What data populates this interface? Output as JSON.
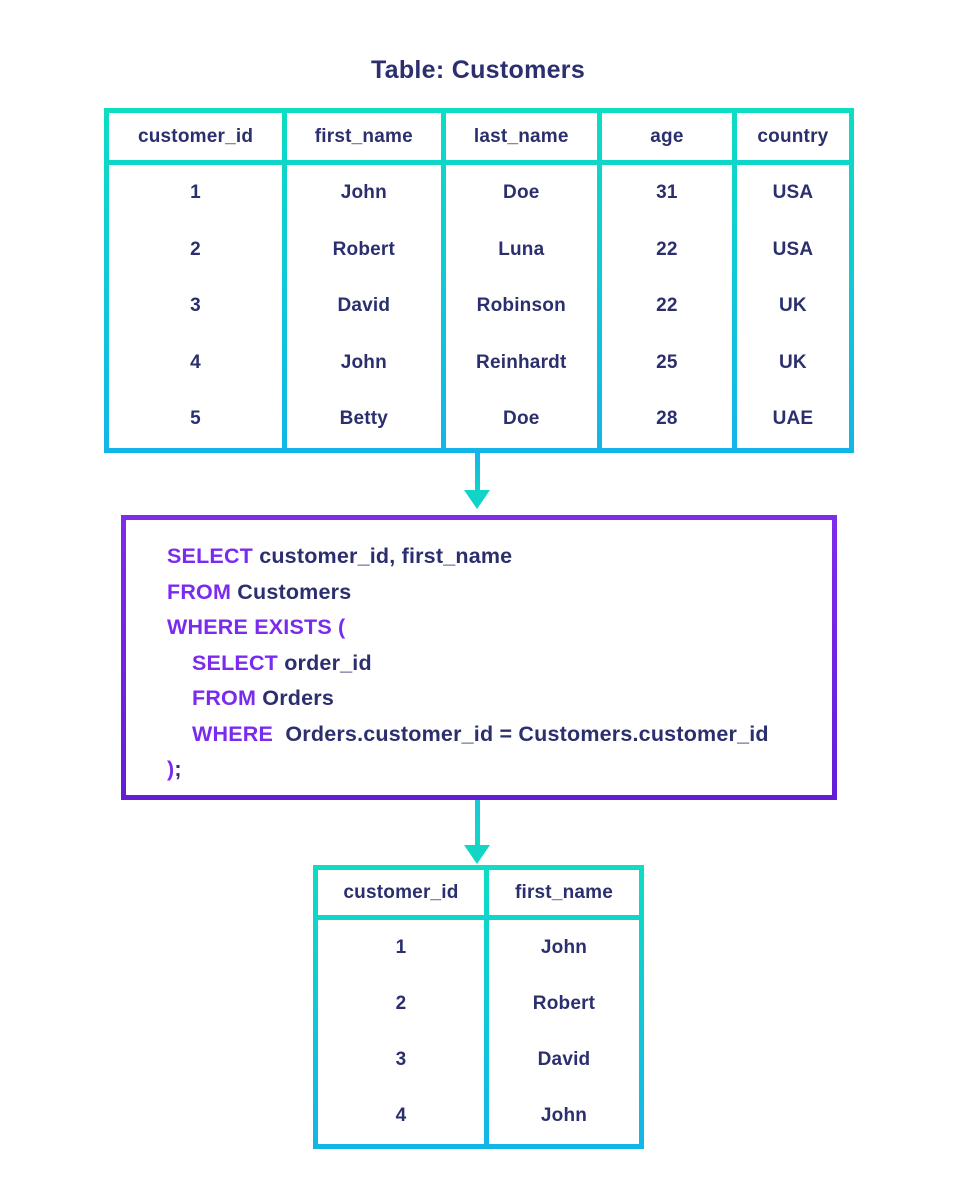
{
  "title": "Table: Customers",
  "colors": {
    "text_navy": "#2b2f6e",
    "table_border_teal": "#0edcc3",
    "table_border_blue": "#12b5e8",
    "sql_border_purple": "#7428e4",
    "sql_keyword_purple": "#7a2bef"
  },
  "customers_table": {
    "columns": [
      "customer_id",
      "first_name",
      "last_name",
      "age",
      "country"
    ],
    "rows": [
      [
        "1",
        "John",
        "Doe",
        "31",
        "USA"
      ],
      [
        "2",
        "Robert",
        "Luna",
        "22",
        "USA"
      ],
      [
        "3",
        "David",
        "Robinson",
        "22",
        "UK"
      ],
      [
        "4",
        "John",
        "Reinhardt",
        "25",
        "UK"
      ],
      [
        "5",
        "Betty",
        "Doe",
        "28",
        "UAE"
      ]
    ]
  },
  "sql": {
    "lines": [
      {
        "indent": false,
        "segments": [
          {
            "t": "SELECT",
            "kw": true
          },
          {
            "t": " customer_id, first_name",
            "kw": false
          }
        ]
      },
      {
        "indent": false,
        "segments": [
          {
            "t": "FROM",
            "kw": true
          },
          {
            "t": " Customers",
            "kw": false
          }
        ]
      },
      {
        "indent": false,
        "segments": [
          {
            "t": "WHERE EXISTS (",
            "kw": true
          }
        ]
      },
      {
        "indent": true,
        "segments": [
          {
            "t": "SELECT",
            "kw": true
          },
          {
            "t": " order_id",
            "kw": false
          }
        ]
      },
      {
        "indent": true,
        "segments": [
          {
            "t": "FROM",
            "kw": true
          },
          {
            "t": " Orders",
            "kw": false
          }
        ]
      },
      {
        "indent": true,
        "segments": [
          {
            "t": "WHERE",
            "kw": true
          },
          {
            "t": "  Orders.customer_id = Customers.customer_id",
            "kw": false
          }
        ]
      },
      {
        "indent": false,
        "segments": [
          {
            "t": ")",
            "kw": true
          },
          {
            "t": ";",
            "kw": false
          }
        ]
      }
    ]
  },
  "result_table": {
    "columns": [
      "customer_id",
      "first_name"
    ],
    "rows": [
      [
        "1",
        "John"
      ],
      [
        "2",
        "Robert"
      ],
      [
        "3",
        "David"
      ],
      [
        "4",
        "John"
      ]
    ]
  }
}
